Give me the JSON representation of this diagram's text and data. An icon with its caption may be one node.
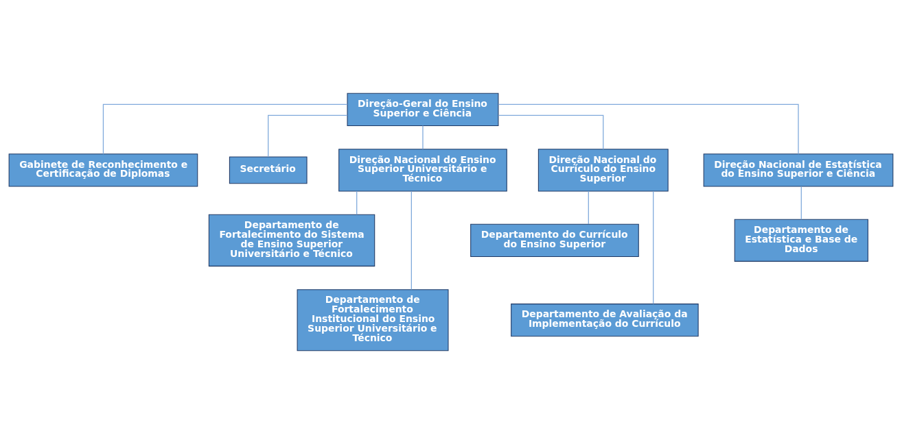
{
  "diagram": {
    "nodes": [
      {
        "text": [
          "Direção-Geral do Ensino Superior e Ciência"
        ]
      },
      {
        "text": [
          "Gabinete de Reconhecimento e Certificação de Diplomas"
        ]
      },
      {
        "text": [
          "Secretário"
        ]
      },
      {
        "text": [
          "Direção Nacional do Ensino Superior Universitário e Técnico"
        ]
      },
      {
        "text": [
          "Direção Nacional do Currículo do Ensino Superior"
        ]
      },
      {
        "text": [
          "Direção Nacional de Estatística do Ensino Superior e Ciência"
        ]
      },
      {
        "text": [
          "Departamento de Fortalecimento do Sistema de Ensino Superior Universitário e Técnico"
        ]
      },
      {
        "text": [
          "Departamento de Fortalecimento Institucional do Ensino Superior Universitário e Técnico"
        ]
      },
      {
        "text": [
          "Departamento do Currículo do Ensino Superior"
        ]
      },
      {
        "text": [
          "Departamento de Avaliação da Implementação do Currículo"
        ]
      },
      {
        "text": [
          "Departamento de Estatística e Base de Dados"
        ]
      }
    ],
    "edges": [
      {
        "from": 0,
        "to": 1,
        "arrow": "none"
      },
      {
        "from": 0,
        "to": 2,
        "arrow": "none"
      },
      {
        "from": 0,
        "to": 3,
        "arrow": "none"
      },
      {
        "from": 0,
        "to": 4,
        "arrow": "none"
      },
      {
        "from": 0,
        "to": 5,
        "arrow": "none"
      },
      {
        "from": 3,
        "to": 6,
        "arrow": "none"
      },
      {
        "from": 3,
        "to": 7,
        "arrow": "none"
      },
      {
        "from": 4,
        "to": 8,
        "arrow": "none"
      },
      {
        "from": 4,
        "to": 9,
        "arrow": "none"
      },
      {
        "from": 5,
        "to": 10,
        "arrow": "none"
      }
    ]
  }
}
